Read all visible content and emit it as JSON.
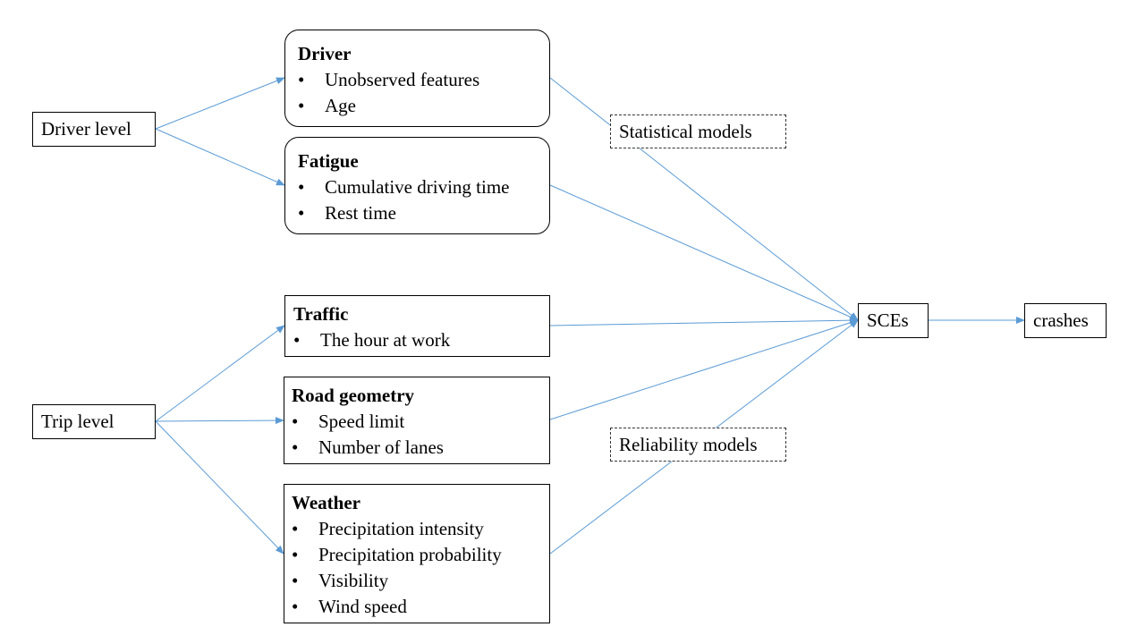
{
  "levels": {
    "driver_level": "Driver level",
    "trip_level": "Trip level"
  },
  "factors": {
    "driver": {
      "title": "Driver",
      "items": [
        "Unobserved features",
        "Age"
      ]
    },
    "fatigue": {
      "title": "Fatigue",
      "items": [
        "Cumulative driving time",
        "Rest time"
      ]
    },
    "traffic": {
      "title": "Traffic",
      "items": [
        "The hour at work"
      ]
    },
    "road_geometry": {
      "title": "Road geometry",
      "items": [
        "Speed limit",
        "Number of lanes"
      ]
    },
    "weather": {
      "title": "Weather",
      "items": [
        "Precipitation intensity",
        "Precipitation probability",
        "Visibility",
        "Wind speed"
      ]
    }
  },
  "models": {
    "statistical": "Statistical models",
    "reliability": "Reliability models"
  },
  "outcomes": {
    "sces": "SCEs",
    "crashes": "crashes"
  },
  "bullet_symbol": "•",
  "colors": {
    "arrow": "#5B9BD5",
    "border": "#000000",
    "text": "#000000"
  }
}
